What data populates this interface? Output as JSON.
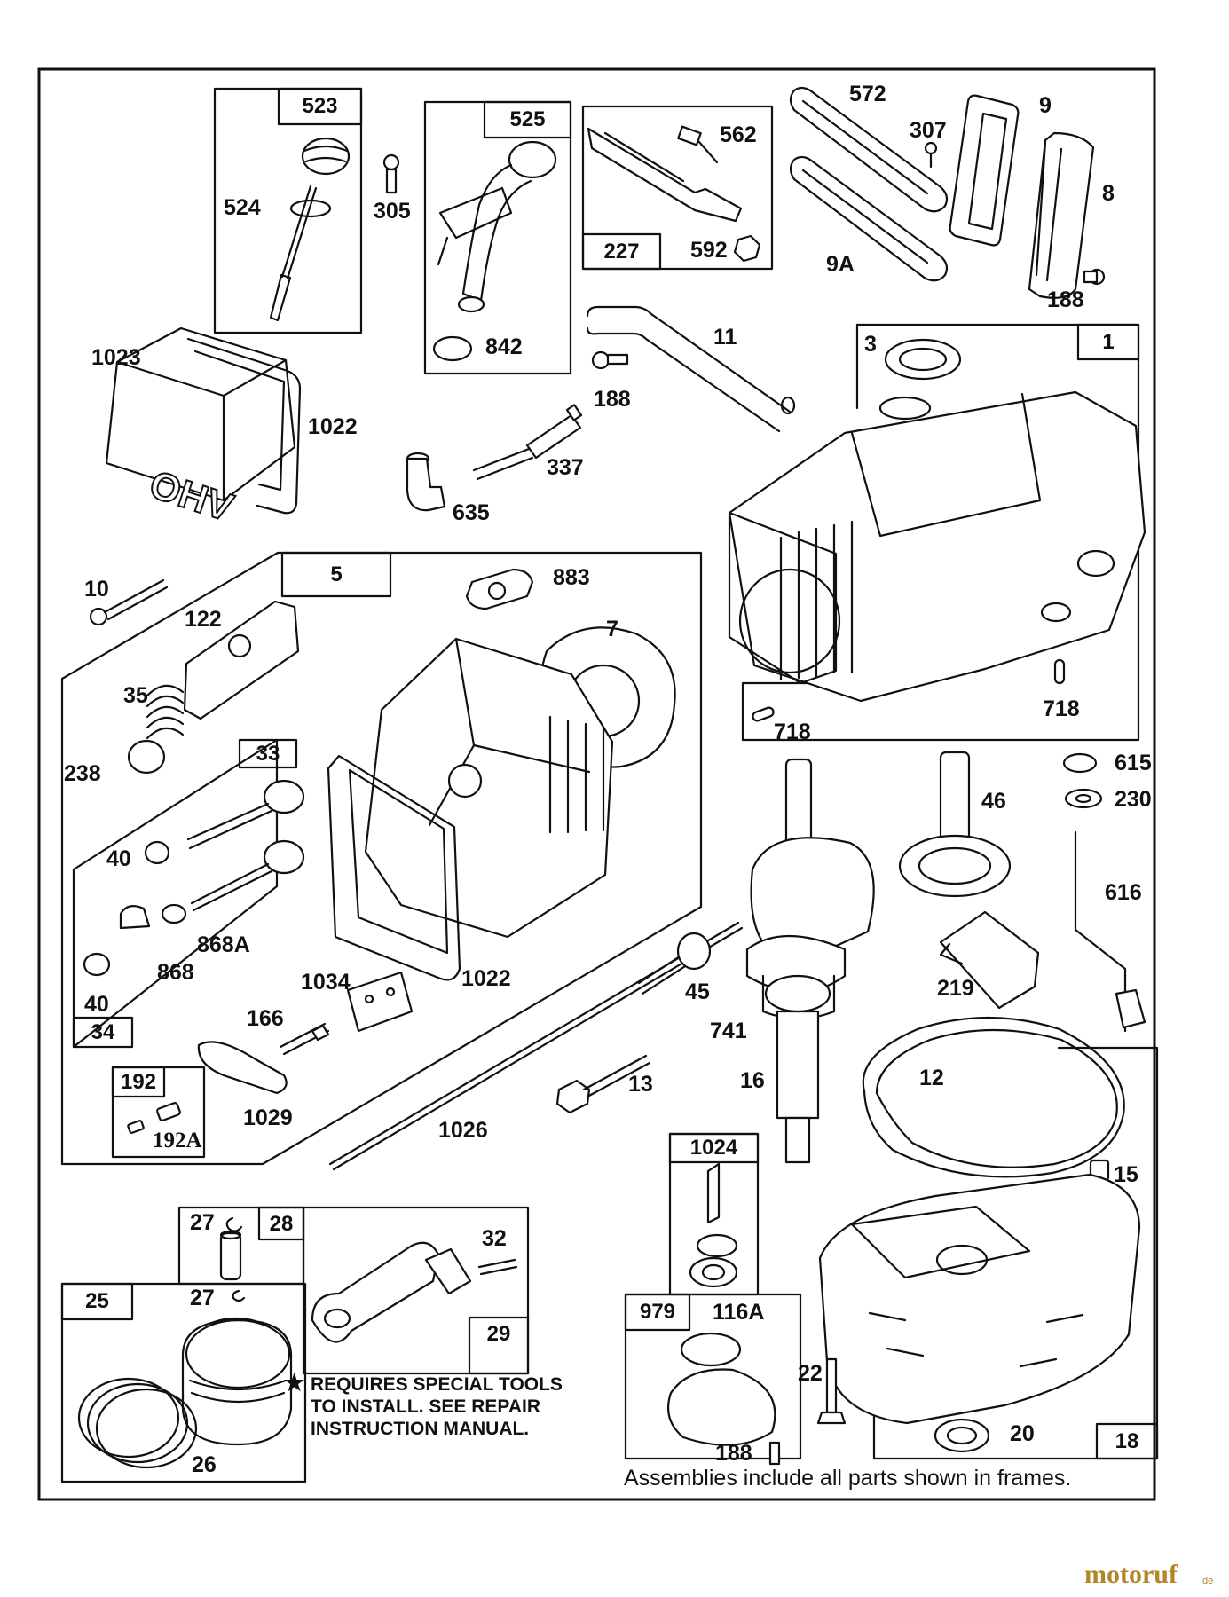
{
  "part_labels": {
    "p523": "523",
    "p524": "524",
    "p305": "305",
    "p525": "525",
    "p842": "842",
    "p562": "562",
    "p227": "227",
    "p592": "592",
    "p572": "572",
    "p307": "307",
    "p9": "9",
    "p8": "8",
    "p9A": "9A",
    "p188a": "188",
    "p1023": "1023",
    "p1022a": "1022",
    "p11": "11",
    "p188b": "188",
    "p3": "3",
    "p1": "1",
    "p337": "337",
    "p635": "635",
    "p10": "10",
    "p5": "5",
    "p883": "883",
    "p122": "122",
    "p7": "7",
    "p35": "35",
    "p238": "238",
    "p33": "33",
    "p40a": "40",
    "p868A": "868A",
    "p868": "868",
    "p40b": "40",
    "p34": "34",
    "p1034": "1034",
    "p1022b": "1022",
    "p166": "166",
    "p45": "45",
    "p192": "192",
    "p192A": "192A",
    "p1029": "1029",
    "p13": "13",
    "p1026": "1026",
    "p718a": "718",
    "p718b": "718",
    "p615": "615",
    "p230": "230",
    "p46": "46",
    "p616": "616",
    "p219": "219",
    "p741": "741",
    "p16": "16",
    "p12": "12",
    "p1024": "1024",
    "p15": "15",
    "p27a": "27",
    "p28": "28",
    "p32": "32",
    "p25": "25",
    "p27b": "27",
    "p29": "29",
    "p979": "979",
    "p116A": "116A",
    "p22": "22",
    "p26": "26",
    "p188c": "188",
    "p20": "20",
    "p18": "18"
  },
  "cover_lettering": "OHV",
  "note_lines": [
    "REQUIRES SPECIAL TOOLS",
    "TO INSTALL.  SEE REPAIR",
    "INSTRUCTION MANUAL."
  ],
  "footer": "Assemblies include all parts shown in frames.",
  "watermark": "motoruf",
  "watermark_suffix": ".de"
}
